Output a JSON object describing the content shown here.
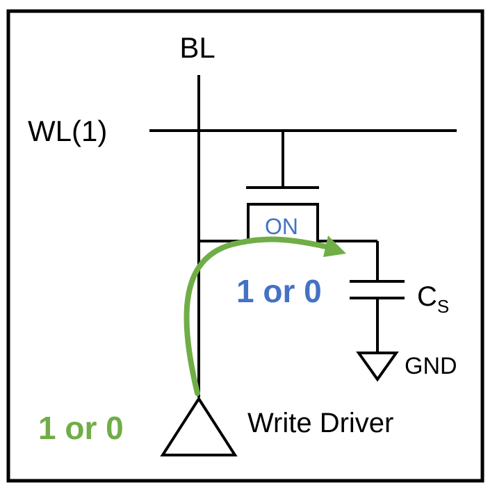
{
  "labels": {
    "bitline": "BL",
    "wordline": "WL(1)",
    "transistor_state": "ON",
    "cell_value": "1 or 0",
    "capacitor_main": "C",
    "capacitor_sub": "S",
    "ground": "GND",
    "driver_value": "1 or 0",
    "driver": "Write Driver"
  },
  "colors": {
    "line": "#000000",
    "blue_text": "#4472C4",
    "green": "#70AD47"
  }
}
